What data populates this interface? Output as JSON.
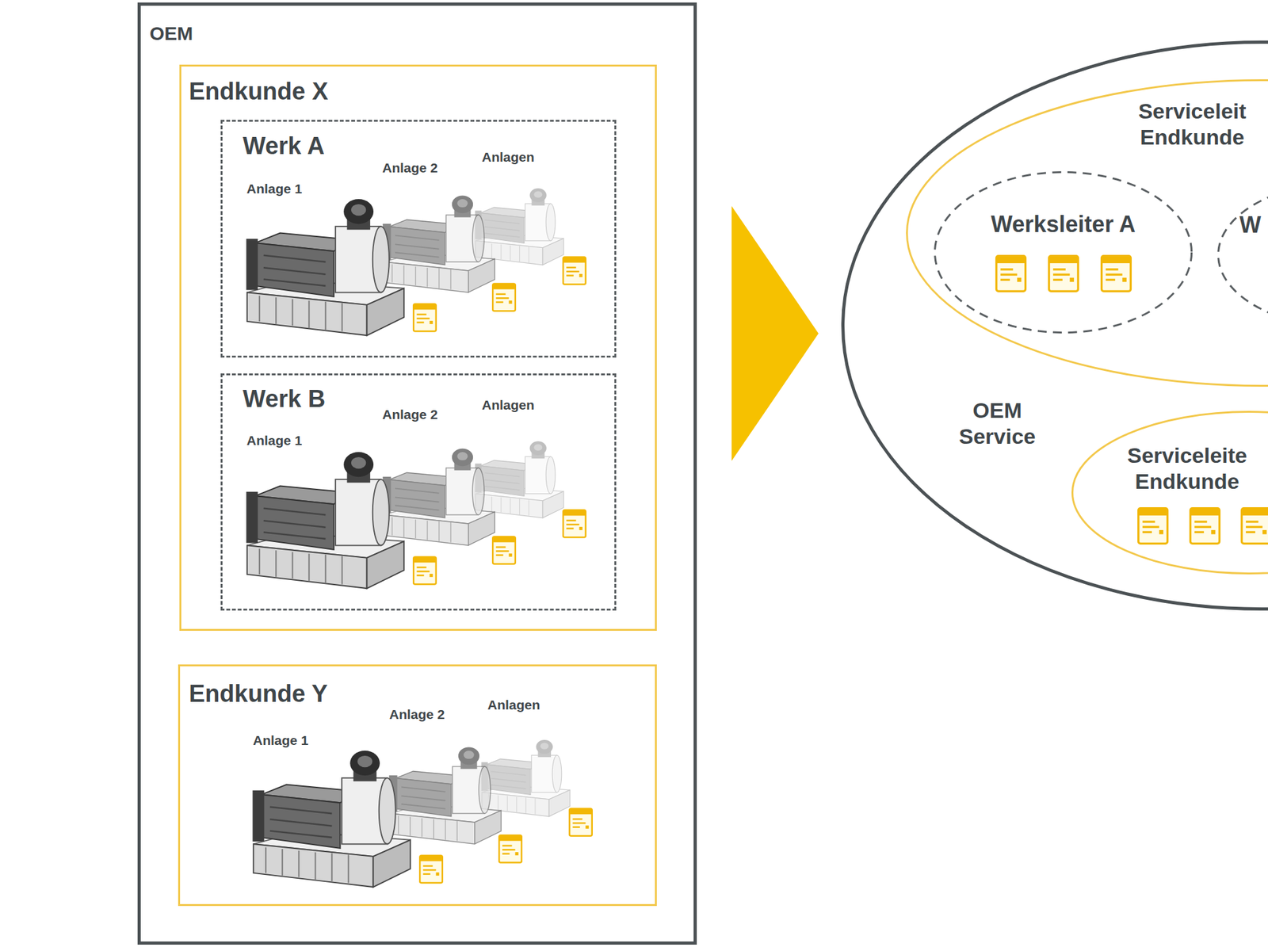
{
  "diagram": {
    "nodes": [
      {
        "text": [
          "OEM"
        ]
      },
      {
        "text": [
          "Endkunde X"
        ],
        "in": 0
      },
      {
        "text": [
          "Werk A"
        ],
        "in": 1
      },
      {
        "text": [
          "Werk B"
        ],
        "in": 1
      },
      {
        "text": [
          "Endkunde Y"
        ],
        "in": 0
      },
      {
        "text": [
          "OEM Service"
        ]
      },
      {
        "text": [
          "Serviceleit Endkunde"
        ],
        "in": 5
      },
      {
        "text": [
          "Werksleiter A"
        ],
        "in": 6
      },
      {
        "text": [
          "W"
        ],
        "in": 6
      },
      {
        "text": [
          "Serviceleite Endkunde"
        ],
        "in": 5
      }
    ],
    "labels": [
      "Anlage 1",
      "Anlage 2",
      "Anlagen",
      "Anlage 1",
      "Anlage 2",
      "Anlagen",
      "Anlage 1",
      "Anlage 2",
      "Anlagen"
    ]
  }
}
